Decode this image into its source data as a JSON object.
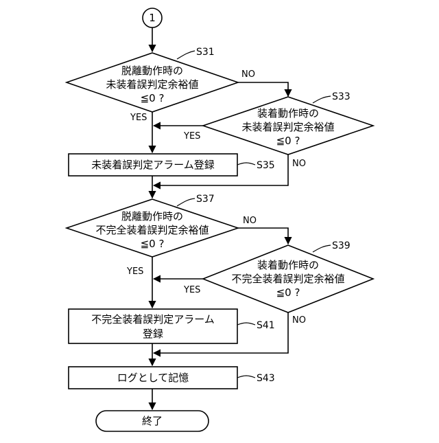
{
  "connector": "1",
  "steps": {
    "s31": {
      "label": "S31",
      "lines": [
        "脱離動作時の",
        "未装着誤判定余裕値",
        "≦0 ?"
      ],
      "yes": "YES",
      "no": "NO"
    },
    "s33": {
      "label": "S33",
      "lines": [
        "装着動作時の",
        "未装着誤判定余裕値",
        "≦0 ?"
      ],
      "yes": "YES",
      "no": "NO"
    },
    "s35": {
      "label": "S35",
      "lines": [
        "未装着誤判定アラーム登録"
      ]
    },
    "s37": {
      "label": "S37",
      "lines": [
        "脱離動作時の",
        "不完全装着誤判定余裕値",
        "≦0 ?"
      ],
      "yes": "YES",
      "no": "NO"
    },
    "s39": {
      "label": "S39",
      "lines": [
        "装着動作時の",
        "不完全装着誤判定余裕値",
        "≦0 ?"
      ],
      "yes": "YES",
      "no": "NO"
    },
    "s41": {
      "label": "S41",
      "lines": [
        "不完全装着誤判定アラーム",
        "登録"
      ]
    },
    "s43": {
      "label": "S43",
      "lines": [
        "ログとして記憶"
      ]
    },
    "end": {
      "lines": [
        "終了"
      ]
    }
  }
}
